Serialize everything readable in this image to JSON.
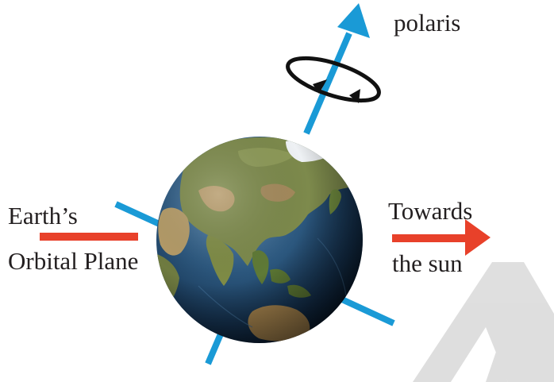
{
  "labels": {
    "polaris": "polaris",
    "orbital_plane_line1": "Earth’s",
    "orbital_plane_line2": "Orbital Plane",
    "sun_line1": "Towards",
    "sun_line2": "the sun"
  },
  "colors": {
    "axis": "#1a9ad6",
    "orbital_plane": "#e8412a",
    "sun_arrow": "#e8412a",
    "rotation_ring": "#111111",
    "ocean_light": "#4f7fa8",
    "ocean_dark": "#0b1e33",
    "land": "#7a8a4a",
    "ice": "#f2f4f6",
    "watermark": "#d9d9d9"
  },
  "icons": {
    "axis_arrow": "arrow-up-right-icon",
    "rotation": "rotation-ring-icon",
    "sun_arrow": "arrow-right-icon",
    "earth": "earth-globe-icon"
  }
}
